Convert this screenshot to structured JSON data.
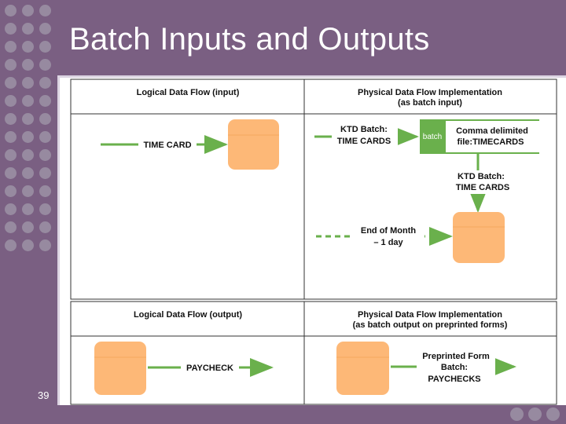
{
  "slide": {
    "title": "Batch Inputs and Outputs",
    "page_number": "39"
  },
  "top_panel": {
    "left_header": "Logical Data Flow (input)",
    "right_header_line1": "Physical Data Flow Implementation",
    "right_header_line2": "(as batch input)",
    "time_card_label": "TIME CARD",
    "ktd_batch_line1": "KTD Batch:",
    "ktd_batch_line2": "TIME CARDS",
    "batch_store_label": "batch",
    "comma_line1": "Comma delimited",
    "comma_line2": "file:TIMECARDS",
    "ktd_batch2_line1": "KTD Batch:",
    "ktd_batch2_line2": "TIME  CARDS",
    "end_of_month_line1": "End of Month",
    "end_of_month_line2": "– 1 day"
  },
  "bottom_panel": {
    "left_header": "Logical Data Flow (output)",
    "right_header_line1": "Physical Data Flow Implementation",
    "right_header_line2": "(as batch output on preprinted forms)",
    "paycheck_label": "PAYCHECK",
    "preprinted_line1": "Preprinted Form",
    "preprinted_line2": "Batch:",
    "preprinted_line3": "PAYCHECKS"
  },
  "colors": {
    "background": "#7a5f82",
    "dot": "#978aa0",
    "process_fill": "#fdb877",
    "flow_green": "#6ab04c",
    "store_green": "#6ab04c"
  }
}
